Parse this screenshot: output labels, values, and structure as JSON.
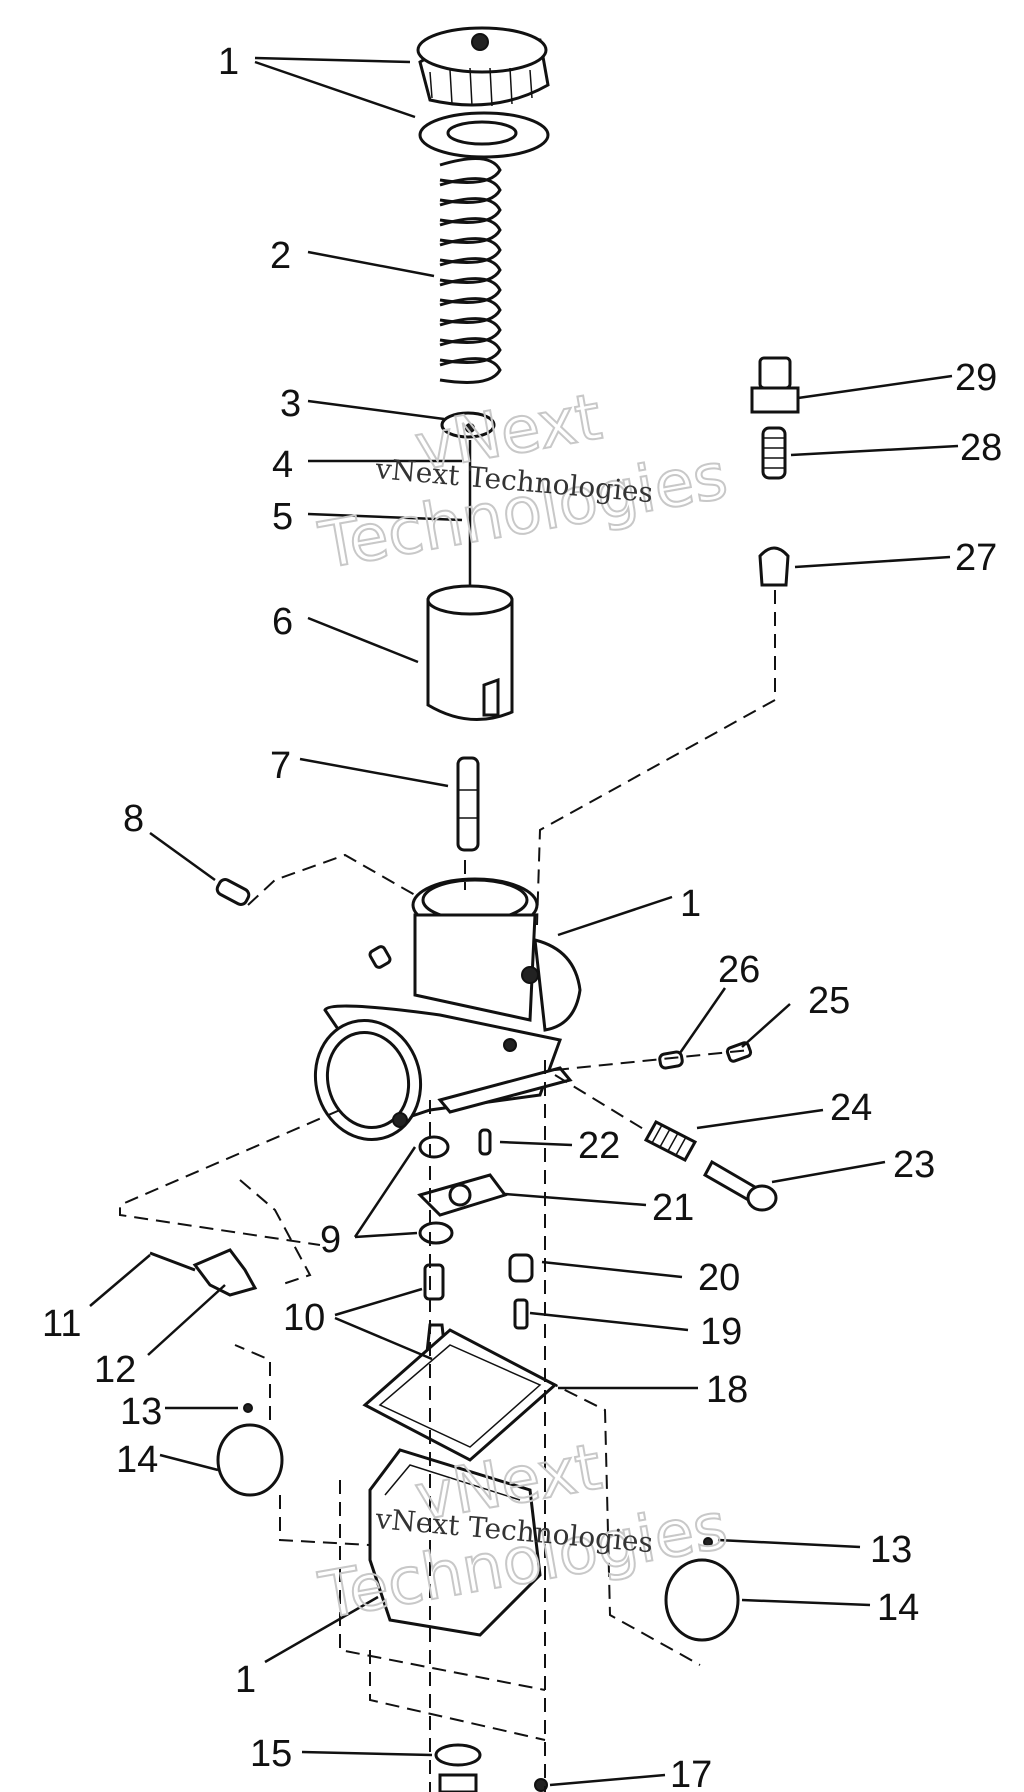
{
  "callouts": [
    "1",
    "2",
    "3",
    "4",
    "5",
    "6",
    "7",
    "8",
    "1",
    "26",
    "25",
    "24",
    "23",
    "22",
    "21",
    "9",
    "20",
    "19",
    "11",
    "12",
    "10",
    "18",
    "13",
    "14",
    "13",
    "14",
    "1",
    "15",
    "17",
    "29",
    "28",
    "27"
  ],
  "watermark": {
    "large": [
      "vNext",
      "Technologies"
    ],
    "small": "vNext Technologies"
  },
  "accent_color": "#111111"
}
